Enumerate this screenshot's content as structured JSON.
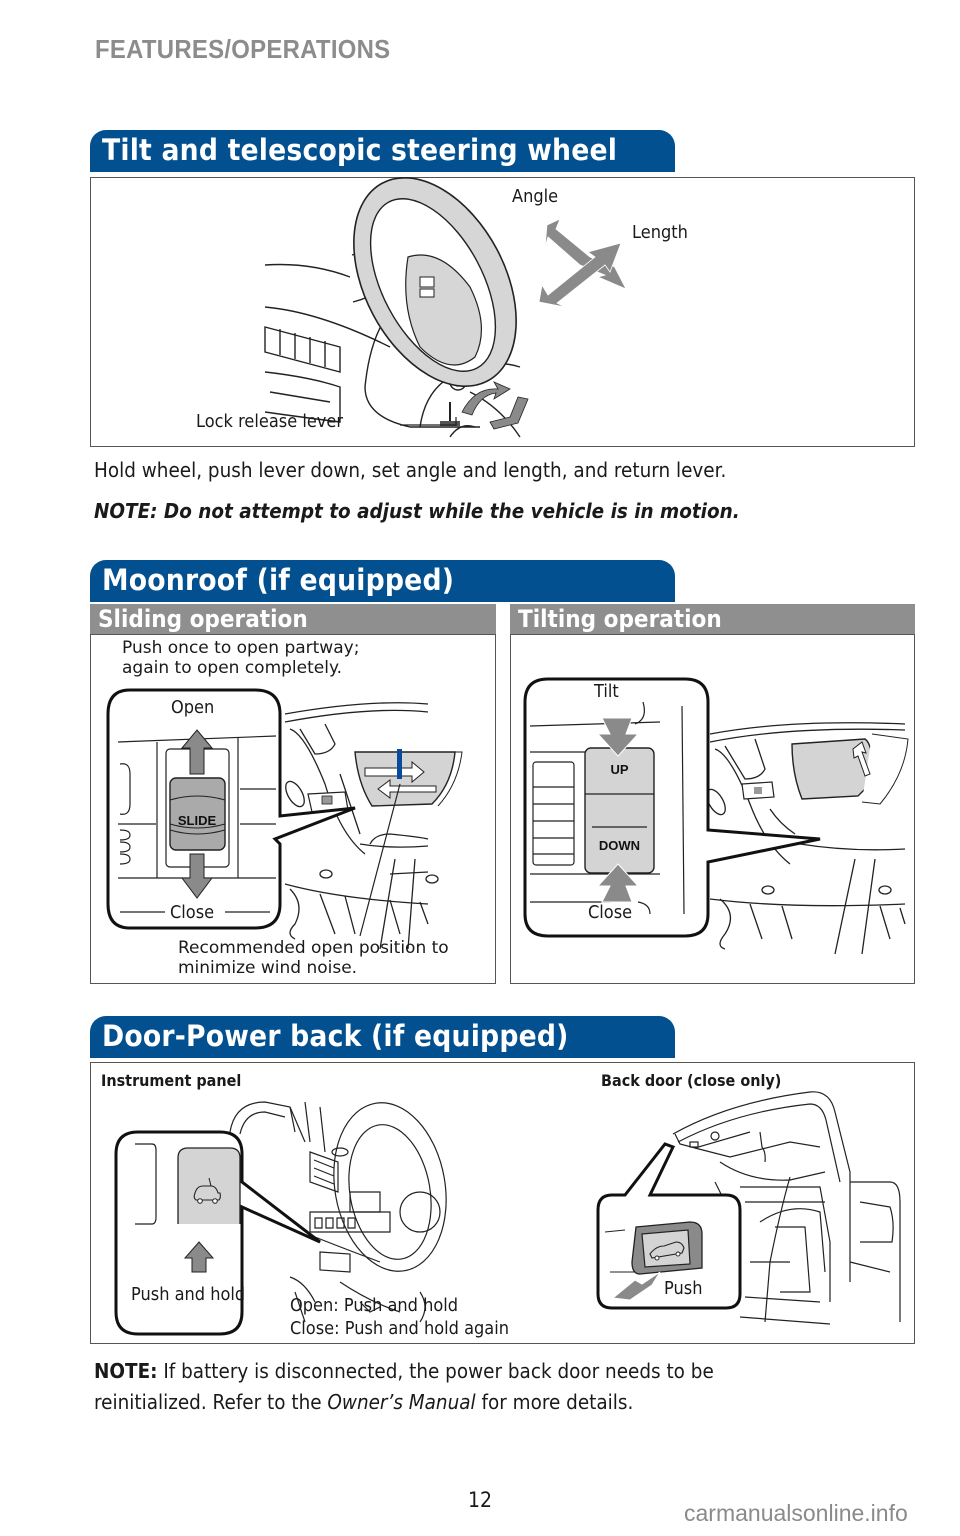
{
  "page": {
    "section_label": "FEATURES/OPERATIONS",
    "page_number": "12",
    "watermark": "carmanualsonline.info"
  },
  "colors": {
    "banner_blue": "#02508f",
    "subhead_gray": "#8f8f8f",
    "arrow_gray": "#8a8a8a",
    "fill_gray": "#d4d4d4",
    "marker_blue": "#0a4a9a"
  },
  "steering": {
    "title": "Tilt and telescopic steering wheel",
    "labels": {
      "angle": "Angle",
      "length": "Length",
      "lock_release": "Lock release lever"
    },
    "instruction": "Hold wheel, push lever down, set angle and length, and return lever.",
    "note": "NOTE: Do not attempt to adjust while the vehicle is in motion."
  },
  "moonroof": {
    "title": "Moonroof (if equipped)",
    "sliding": {
      "heading": "Sliding operation",
      "instruction_line1": "Push once to open partway;",
      "instruction_line2": "again to open completely.",
      "open_label": "Open",
      "close_label": "Close",
      "switch_label": "SLIDE",
      "recommend_line1": "Recommended open position to",
      "recommend_line2": "minimize wind noise."
    },
    "tilting": {
      "heading": "Tilting operation",
      "tilt_label": "Tilt",
      "close_label": "Close",
      "up_label": "UP",
      "down_label": "DOWN"
    }
  },
  "power_back_door": {
    "title": "Door-Power back (if equipped)",
    "instrument_panel": {
      "heading": "Instrument panel",
      "push_hold": "Push and hold",
      "open_text": "Open: Push and hold",
      "close_text": "Close: Push and hold again"
    },
    "back_door": {
      "heading": "Back door (close only)",
      "push": "Push"
    },
    "note_bold": "NOTE:",
    "note_line1": " If battery is disconnected, the power back door needs to be",
    "note_line2_pre": "reinitialized. Refer to the ",
    "note_line2_ital": "Owner’s Manual",
    "note_line2_post": " for more details."
  }
}
